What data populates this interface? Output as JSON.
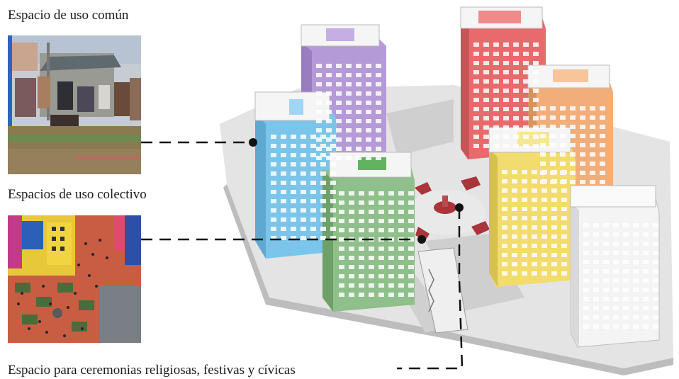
{
  "labels": {
    "common_space": "Espacio de uso común",
    "collective_spaces": "Espacios de uso colectivo",
    "ceremony_space": "Espacio para ceremonias religiosas, festivas y cívicas"
  },
  "colors": {
    "purple_tower": "#b59ad8",
    "red_tower": "#e96a6c",
    "orange_tower": "#f2ae7a",
    "blue_tower": "#7cc5ea",
    "green_tower": "#8fbf8a",
    "yellow_tower": "#f2dc6e",
    "white_tower": "#f4f4f4",
    "plaza_accent": "#a9343a",
    "ground": "#d9d9d9"
  }
}
